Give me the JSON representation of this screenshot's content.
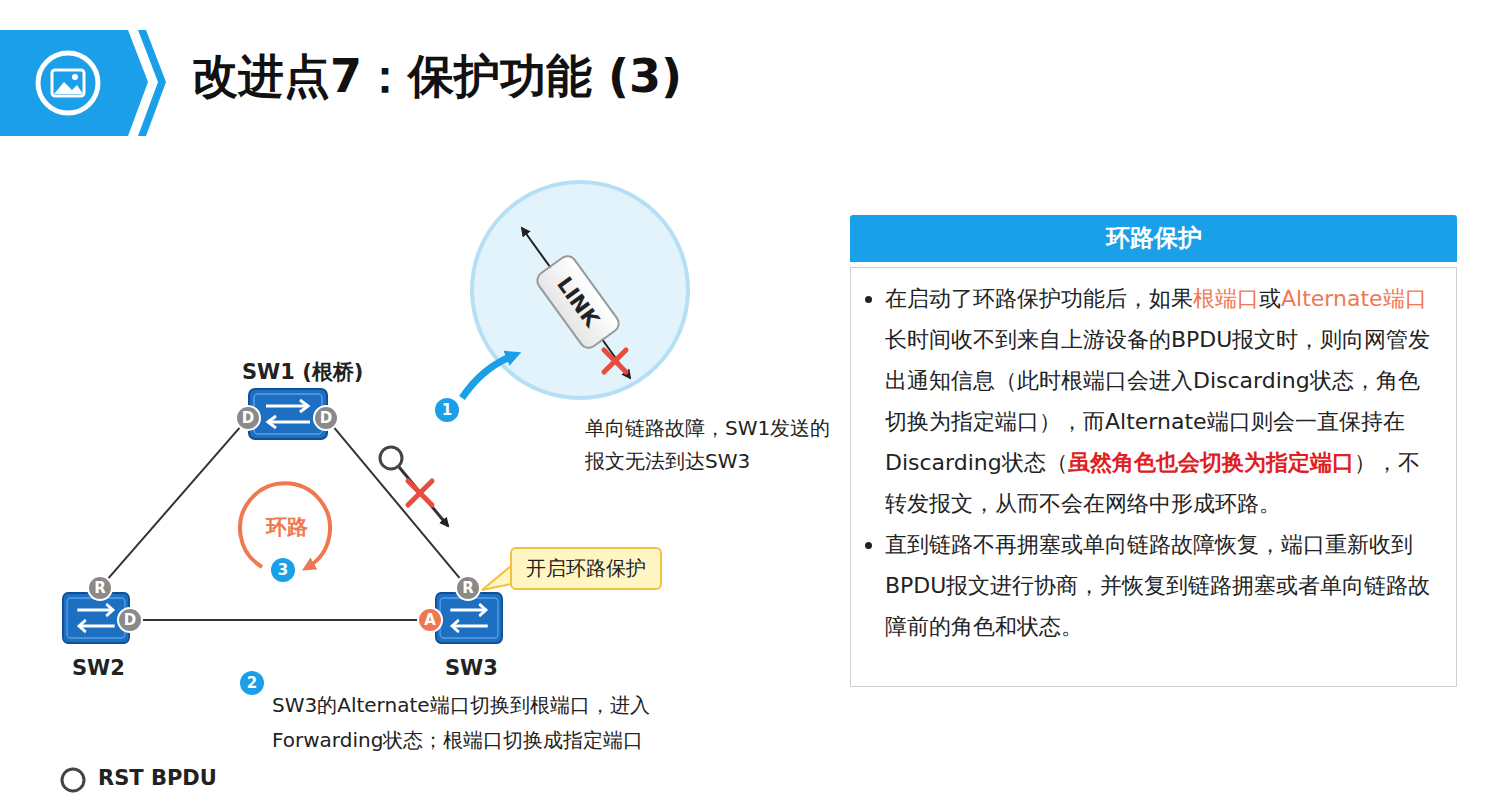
{
  "diagram": {
    "title": "改进点7：保护功能 (3)",
    "nodes": [
      {
        "text": [
          "SW1 (根桥)"
        ]
      },
      {
        "text": [
          "D"
        ],
        "in": 0
      },
      {
        "text": [
          "D"
        ],
        "in": 0
      },
      {
        "text": [
          "1"
        ]
      },
      {
        "text": [
          "LINK"
        ]
      },
      {
        "text": [
          "3"
        ]
      },
      {
        "text": [
          "SW2"
        ]
      },
      {
        "text": [
          "R"
        ],
        "in": 6
      },
      {
        "text": [
          "D"
        ],
        "in": 6
      },
      {
        "text": [
          "SW3"
        ]
      },
      {
        "text": [
          "R"
        ],
        "in": 9
      },
      {
        "text": [
          "A"
        ],
        "in": 9
      },
      {
        "text": [
          "开启环路保护"
        ]
      },
      {
        "text": [
          "2"
        ]
      },
      {
        "text": [
          "环路保护",
          "在启动了环路保护功能后，如果",
          "根端口",
          "或",
          "Alternate端口",
          "长时间收不到来自上游设备的BPDU报文时，则向网管发出通知信息（此时根端口会进入Discarding状态，角色切换为指定端口），而Alternate端口则会一直保持在Discarding状态（",
          "虽然角色也会切换为指定端口",
          "），不转发报文，从而不会在网络中形成环路。",
          "直到链路不再拥塞或单向链路故障恢复，端口重新收到BPDU报文进行协商，并恢复到链路拥塞或者单向链路故障前的角色和状态。"
        ]
      }
    ],
    "edges": [
      {
        "from": 1,
        "to": 7,
        "arrow": "none"
      },
      {
        "from": 2,
        "to": 10,
        "arrow": "none"
      },
      {
        "from": 8,
        "to": 11,
        "arrow": "none"
      }
    ],
    "labels": [
      "环路",
      "单向链路故障，SW1发送的报文无法到达SW3",
      "SW3的Alternate端口切换到根端口，进入Forwarding状态；根端口切换成指定端口"
    ],
    "legend": [
      {
        "text": "RST BPDU"
      }
    ]
  }
}
